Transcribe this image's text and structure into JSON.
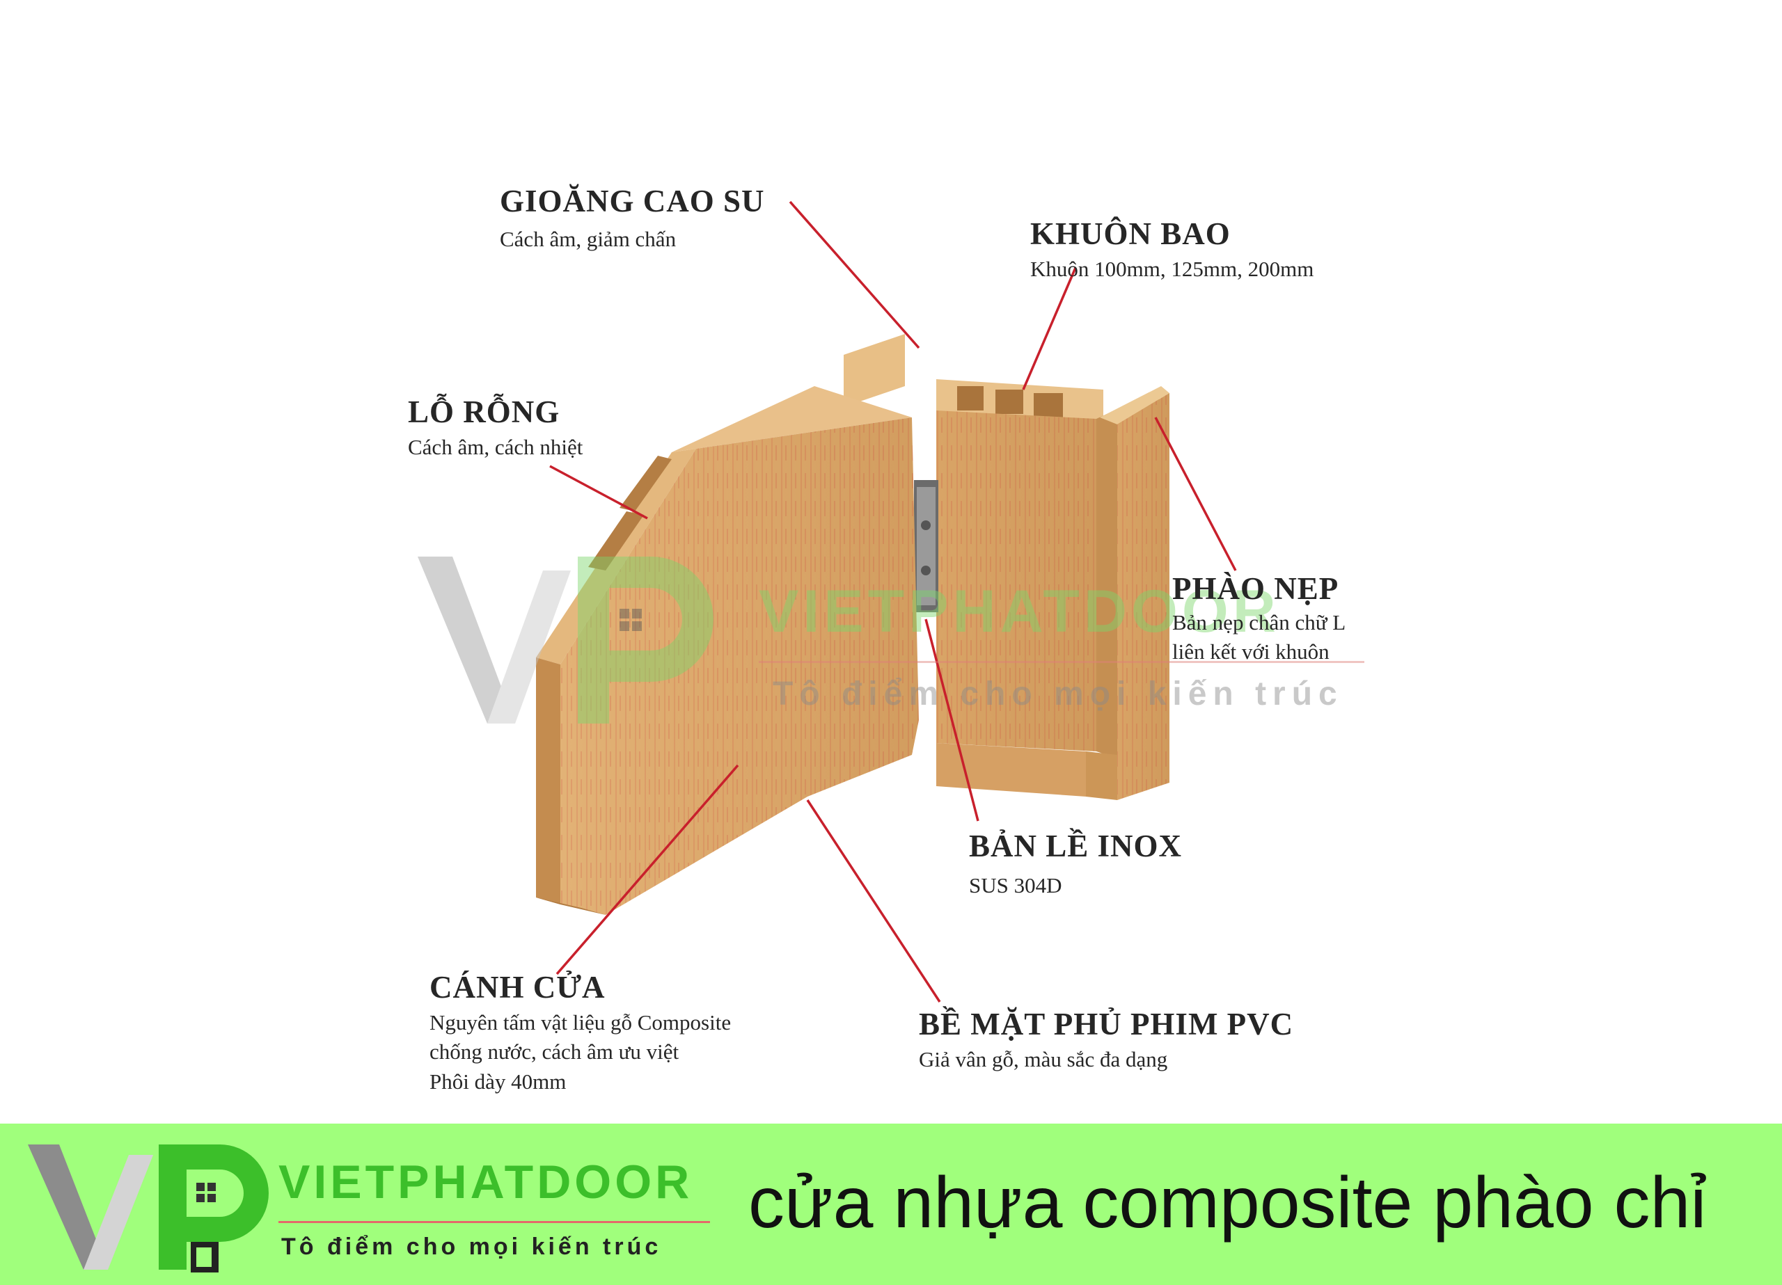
{
  "callouts": {
    "gioang": {
      "title": "GIOĂNG CAO SU",
      "desc": "Cách âm, giảm chấn"
    },
    "khuon": {
      "title": "KHUÔN BAO",
      "desc": "Khuôn 100mm, 125mm, 200mm"
    },
    "lo_rong": {
      "title": "LỖ RỖNG",
      "desc": "Cách âm, cách nhiệt"
    },
    "phao_nep": {
      "title": "PHÀO NẸP",
      "desc": "Bản nẹp chân chữ L\nliên kết với khuôn"
    },
    "ban_le": {
      "title": "BẢN LỀ INOX",
      "desc": "SUS 304D"
    },
    "canh_cua": {
      "title": "CÁNH CỬA",
      "desc": "Nguyên tấm vật liệu gỗ Composite\nchống nước, cách âm ưu việt\nPhôi dày 40mm"
    },
    "be_mat": {
      "title": "BỀ MẶT PHỦ PHIM PVC",
      "desc": "Giả vân gỗ, màu sắc đa dạng"
    }
  },
  "watermark": {
    "brand": "VIETPHATDOOR",
    "slogan": "Tô điểm cho mọi kiến trúc"
  },
  "footer": {
    "brand": "VIETPHATDOOR",
    "slogan": "Tô điểm cho mọi kiến trúc",
    "caption": "cửa nhựa composite phào chỉ"
  },
  "colors": {
    "leader": "#c8202c",
    "wood_face": "#ddab6c",
    "wood_dark": "#c48c4f",
    "wood_light": "#edc58f",
    "footer_bg": "#a0ff7c",
    "brand_green": "#3cbf2a"
  }
}
